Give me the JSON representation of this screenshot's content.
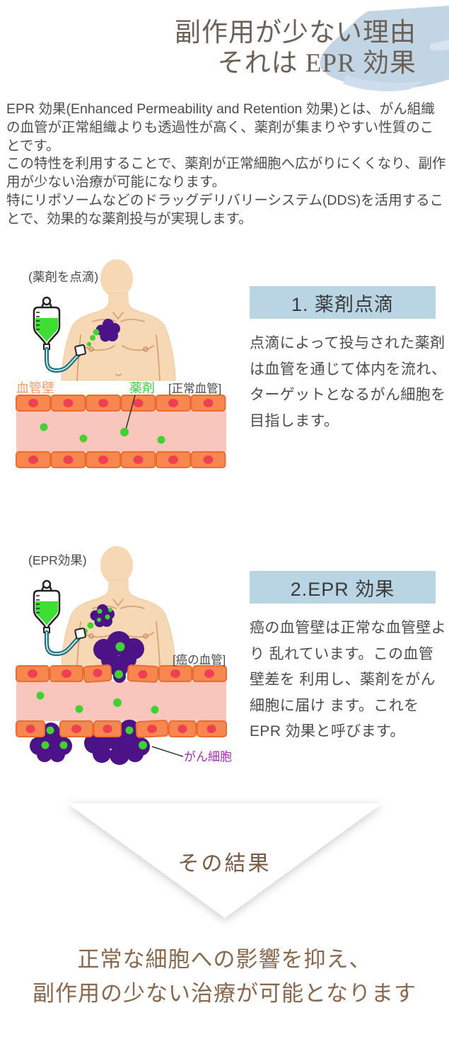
{
  "title": {
    "line1": "副作用が少ない理由",
    "line2": "それは EPR 効果"
  },
  "intro": {
    "text": "EPR 効果(Enhanced Permeability and Retention 効果)とは、がん組織の血管が正常組織よりも透過性が高く、薬剤が集まりやすい性質のことです。\nこの特性を利用することで、薬剤が正常細胞へ広がりにくくなり、副作用が少ない治療が可能になります。\n特にリポソームなどのドラッグデリバリーシステム(DDS)を活用することで、効果的な薬剤投与が実現します。"
  },
  "section1": {
    "heading": "1. 薬剤点滴",
    "body": "点滴によって投与された薬剤は血管を通じて体内を流れ、ターゲットとなるがん細胞を目指します。",
    "illustration": {
      "caption": "(薬剤を点滴)",
      "label_vessel_wall": "血管壁",
      "label_drug": "薬剤",
      "label_vessel_type": "[正常血管]"
    }
  },
  "section2": {
    "heading": "2.EPR 効果",
    "body": "癌の血管壁は正常な血管壁より 乱れています。この血管壁差を 利用し、薬剤をがん細胞に届け ます。これを EPR 効果と呼びます。",
    "illustration": {
      "caption": "(EPR効果)",
      "label_vessel_type": "[癌の血管]",
      "label_cancer_cell": "がん細胞"
    }
  },
  "result": {
    "arrow_label": "その結果",
    "line1": "正常な細胞への影響を抑え、",
    "line2": "副作用の少ない治療が可能となります"
  },
  "colors": {
    "accent_blue": "#b9d4e3",
    "brush_blue": "#c2d5e5",
    "title_brown": "#6b6156",
    "body_text": "#4c4c4c",
    "result_brown": "#8b674b",
    "vessel_cell_orange": "#f6874e",
    "vessel_cell_border": "#ed6a30",
    "vessel_nucleus_red": "#ee4052",
    "vessel_lumen_pink": "#f8c6bd",
    "drug_green": "#3fd331",
    "tumor_purple": "#4c1287",
    "cancer_label_purple": "#a62cb5",
    "skin": "#f6d8b4"
  }
}
